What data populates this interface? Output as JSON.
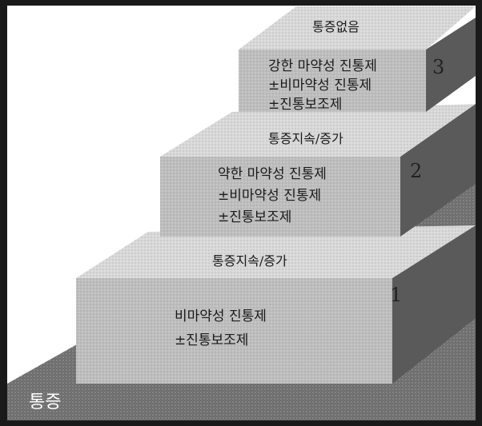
{
  "diagram": {
    "ground_label": "통증",
    "steps": [
      {
        "number": "1",
        "top_label": "통증지속/증가",
        "lines": [
          "비마약성 진통제",
          "±진통보조제"
        ]
      },
      {
        "number": "2",
        "top_label": "통증지속/증가",
        "lines": [
          "약한 마약성 진통제",
          "±비마약성 진통제",
          "±진통보조제"
        ]
      },
      {
        "number": "3",
        "top_label": "통증없음",
        "lines": [
          "강한 마약성 진통제",
          "±비마약성 진통제",
          "±진통보조제"
        ]
      }
    ]
  },
  "colors": {
    "frame": "#1a1a1a",
    "ground": "#6e6e6e",
    "side": "#5a5a5a",
    "front": "#bdbdbd",
    "top": "#d8d8d8"
  }
}
